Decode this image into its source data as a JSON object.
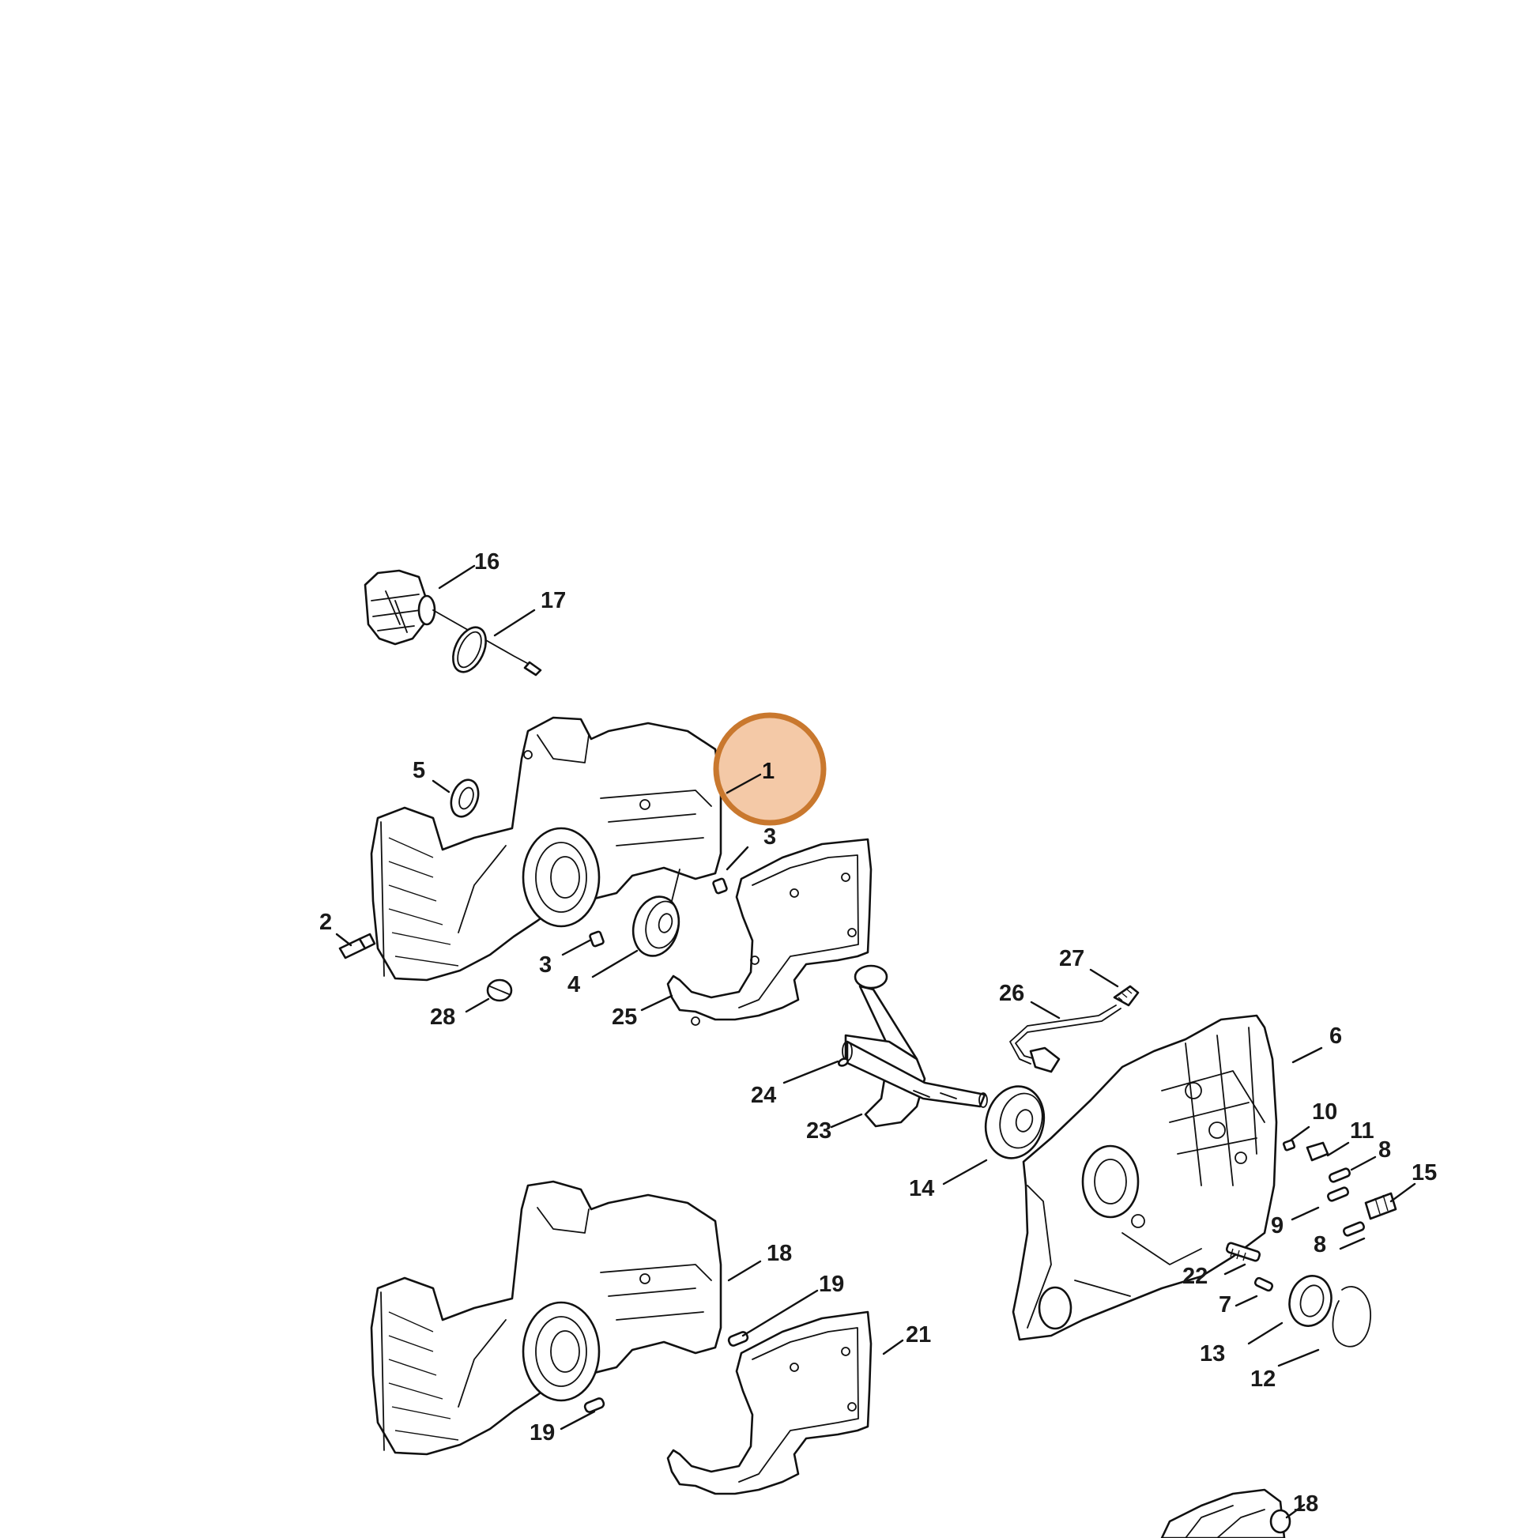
{
  "diagram": {
    "highlight_color": "#C9782E",
    "highlight_fill": "#F2C29B",
    "highlighted_callout": "1",
    "callouts": {
      "c1": "1",
      "c2": "2",
      "c3a": "3",
      "c3b": "3",
      "c4": "4",
      "c5": "5",
      "c6": "6",
      "c7": "7",
      "c8a": "8",
      "c8b": "8",
      "c9": "9",
      "c10": "10",
      "c11": "11",
      "c12": "12",
      "c13": "13",
      "c14": "14",
      "c15": "15",
      "c16": "16",
      "c17": "17",
      "c18a": "18",
      "c18b": "18",
      "c19a": "19",
      "c19b": "19",
      "c21": "21",
      "c22": "22",
      "c23": "23",
      "c24": "24",
      "c25": "25",
      "c26": "26",
      "c27": "27",
      "c28": "28"
    }
  }
}
